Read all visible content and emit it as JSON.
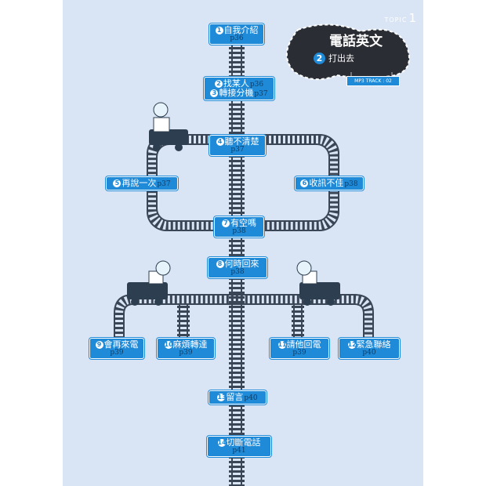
{
  "topic": {
    "label": "TOPIC",
    "number": "1"
  },
  "title_badge": {
    "title": "電話英文",
    "sub_number": "2",
    "subtitle": "打出去",
    "mp3": "MP3 TRACK : 02"
  },
  "nodes": {
    "n1": {
      "num": "1",
      "label": "自我介紹",
      "page": "p36"
    },
    "n2": {
      "num": "2",
      "label": "找某人",
      "page": "p36"
    },
    "n3": {
      "num": "3",
      "label": "轉接分機",
      "page": "p37"
    },
    "n4": {
      "num": "4",
      "label": "聽不清楚",
      "page": "p37"
    },
    "n5": {
      "num": "5",
      "label": "再說一次",
      "page": "p37"
    },
    "n6": {
      "num": "6",
      "label": "收訊不佳",
      "page": "p38"
    },
    "n7": {
      "num": "7",
      "label": "有空嗎",
      "page": "p38"
    },
    "n8": {
      "num": "8",
      "label": "何時回來",
      "page": "p38"
    },
    "n9": {
      "num": "9",
      "label": "會再來電",
      "page": "p39"
    },
    "n10": {
      "num": "10",
      "label": "麻煩轉達",
      "page": "p39"
    },
    "n11": {
      "num": "11",
      "label": "請他回電",
      "page": "p39"
    },
    "n12": {
      "num": "12",
      "label": "緊急聯絡",
      "page": "p40"
    },
    "n13": {
      "num": "13",
      "label": "留言",
      "page": "p40"
    },
    "n14": {
      "num": "14",
      "label": "切斷電話",
      "page": "p41"
    }
  }
}
